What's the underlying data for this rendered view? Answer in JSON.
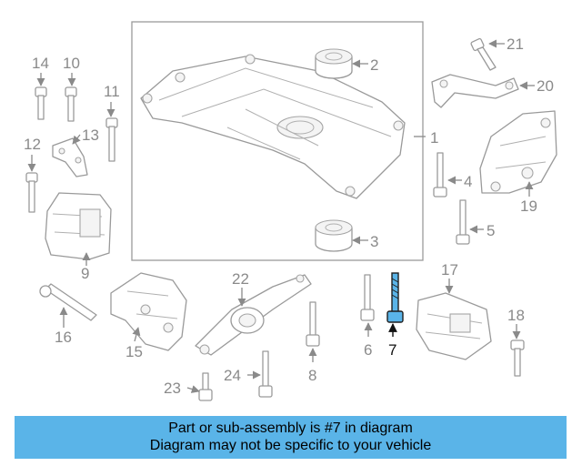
{
  "diagram": {
    "callouts": {
      "c1": "1",
      "c2": "2",
      "c3": "3",
      "c4": "4",
      "c5": "5",
      "c6": "6",
      "c7": "7",
      "c8": "8",
      "c9": "9",
      "c10": "10",
      "c11": "11",
      "c12": "12",
      "c13": "13",
      "c14": "14",
      "c15": "15",
      "c16": "16",
      "c17": "17",
      "c18": "18",
      "c19": "19",
      "c20": "20",
      "c21": "21",
      "c22": "22",
      "c23": "23",
      "c24": "24"
    },
    "highlighted_part": "7",
    "highlight_color": "#5ab4e8",
    "line_color": "#8a8a8a"
  },
  "banner": {
    "line1": "Part or sub-assembly is #7 in diagram",
    "line2": "Diagram may not be specific to your vehicle",
    "background": "#5ab4e8"
  }
}
